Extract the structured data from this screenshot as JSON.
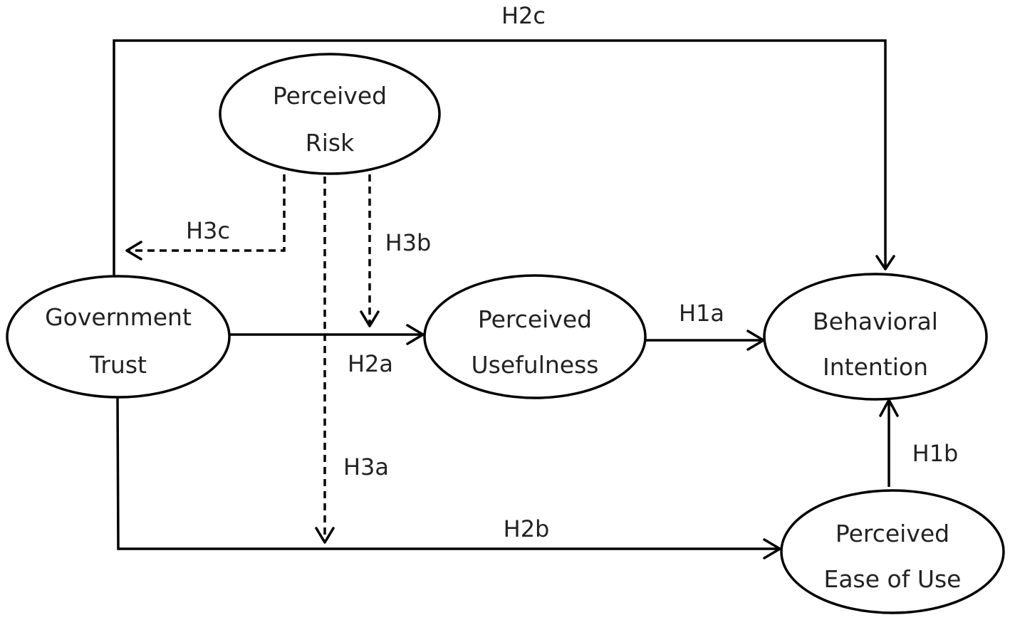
{
  "nodes": {
    "perceived_risk": {
      "line1": "Perceived",
      "line2": "Risk"
    },
    "government_trust": {
      "line1": "Government",
      "line2": "Trust"
    },
    "perceived_usefulness": {
      "line1": "Perceived",
      "line2": "Usefulness"
    },
    "behavioral_intention": {
      "line1": "Behavioral",
      "line2": "Intention"
    },
    "perceived_ease_of_use": {
      "line1": "Perceived",
      "line2": "Ease of Use"
    }
  },
  "edges": {
    "h1a": "H1a",
    "h1b": "H1b",
    "h2a": "H2a",
    "h2b": "H2b",
    "h2c": "H2c",
    "h3a": "H3a",
    "h3b": "H3b",
    "h3c": "H3c"
  }
}
